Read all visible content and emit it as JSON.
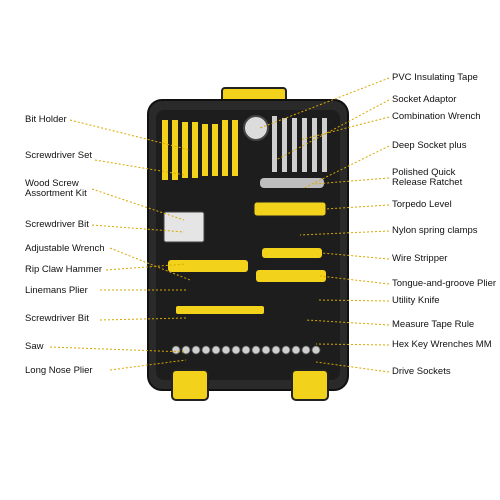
{
  "left_labels": [
    {
      "id": "bit-holder",
      "text": "Bit Holder"
    },
    {
      "id": "screwdriver-set",
      "text": "Screwdriver Set"
    },
    {
      "id": "wood-screw",
      "text": "Wood Screw\nAssortment Kit"
    },
    {
      "id": "screwdriver-bit-1",
      "text": "Screwdriver Bit"
    },
    {
      "id": "adjustable-wrench",
      "text": "Adjustable Wrench"
    },
    {
      "id": "rip-claw-hammer",
      "text": "Rip Claw Hammer"
    },
    {
      "id": "linemans-plier",
      "text": "Linemans Plier"
    },
    {
      "id": "screwdriver-bit-2",
      "text": "Screwdriver Bit"
    },
    {
      "id": "saw",
      "text": "Saw"
    },
    {
      "id": "long-nose-plier",
      "text": "Long Nose Plier"
    }
  ],
  "right_labels": [
    {
      "id": "pvc-tape",
      "text": "PVC Insulating Tape"
    },
    {
      "id": "socket-adaptor",
      "text": "Socket Adaptor"
    },
    {
      "id": "combination-wrench",
      "text": "Combination Wrench"
    },
    {
      "id": "deep-socket",
      "text": "Deep Socket plus"
    },
    {
      "id": "quick-release-ratchet",
      "text": "Polished Quick\nRelease Ratchet"
    },
    {
      "id": "torpedo-level",
      "text": "Torpedo Level"
    },
    {
      "id": "nylon-clamps",
      "text": "Nylon spring clamps"
    },
    {
      "id": "wire-stripper",
      "text": "Wire Stripper"
    },
    {
      "id": "tongue-groove-plier",
      "text": "Tongue-and-groove Plier"
    },
    {
      "id": "utility-knife",
      "text": "Utility Knife"
    },
    {
      "id": "measure-tape",
      "text": "Measure Tape Rule"
    },
    {
      "id": "hex-key",
      "text": "Hex Key Wrenches MM"
    },
    {
      "id": "drive-sockets",
      "text": "Drive Sockets"
    }
  ],
  "colors": {
    "case": "#2a2a2a",
    "accent": "#f2d21a",
    "leader": "#d9a800"
  },
  "icons": {
    "case": "toolbox-case",
    "latch": "latch-icon"
  }
}
